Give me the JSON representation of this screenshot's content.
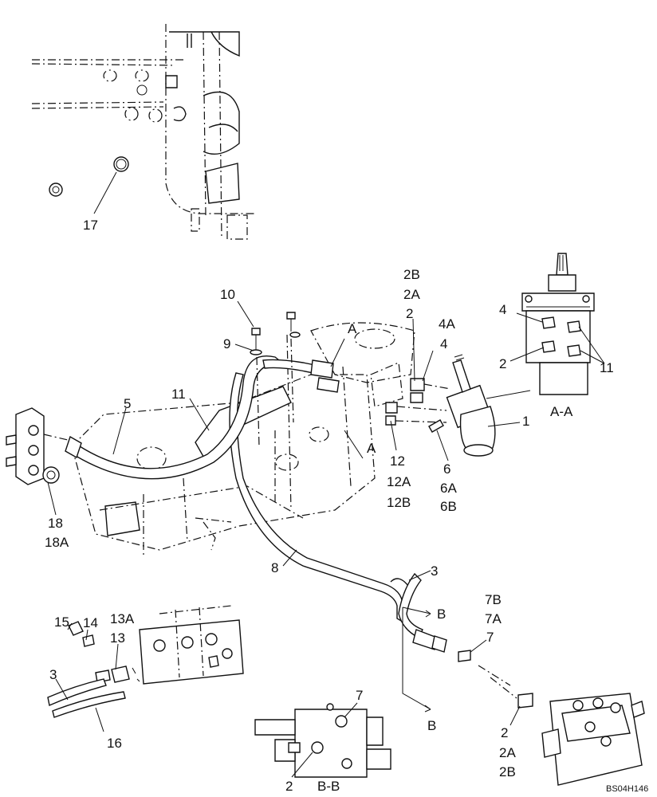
{
  "labels": {
    "l17": "17",
    "l10": "10",
    "l9": "9",
    "l2B_top": "2B",
    "l2A_top": "2A",
    "l2_top": "2",
    "l4A": "4A",
    "l4_mid": "4",
    "lA_top": "A",
    "lA_bot": "A",
    "l11_left": "11",
    "l5": "5",
    "l1": "1",
    "l4_inset": "4",
    "l2_inset": "2",
    "l11_inset": "11",
    "lAA": "A-A",
    "l12": "12",
    "l12A": "12A",
    "l12B": "12B",
    "l6": "6",
    "l6A": "6A",
    "l6B": "6B",
    "l18": "18",
    "l18A": "18A",
    "l8": "8",
    "l3_mid": "3",
    "l7B": "7B",
    "l7A": "7A",
    "l7_right": "7",
    "lB_top": "B",
    "lB_bot": "B",
    "l15": "15",
    "l14": "14",
    "l13A": "13A",
    "l13": "13",
    "l3_left": "3",
    "l16": "16",
    "l7_bb": "7",
    "l2_bb": "2",
    "lBB": "B-B",
    "l2_br": "2",
    "l2A_br": "2A",
    "l2B_br": "2B",
    "ref_code": "BS04H146"
  }
}
